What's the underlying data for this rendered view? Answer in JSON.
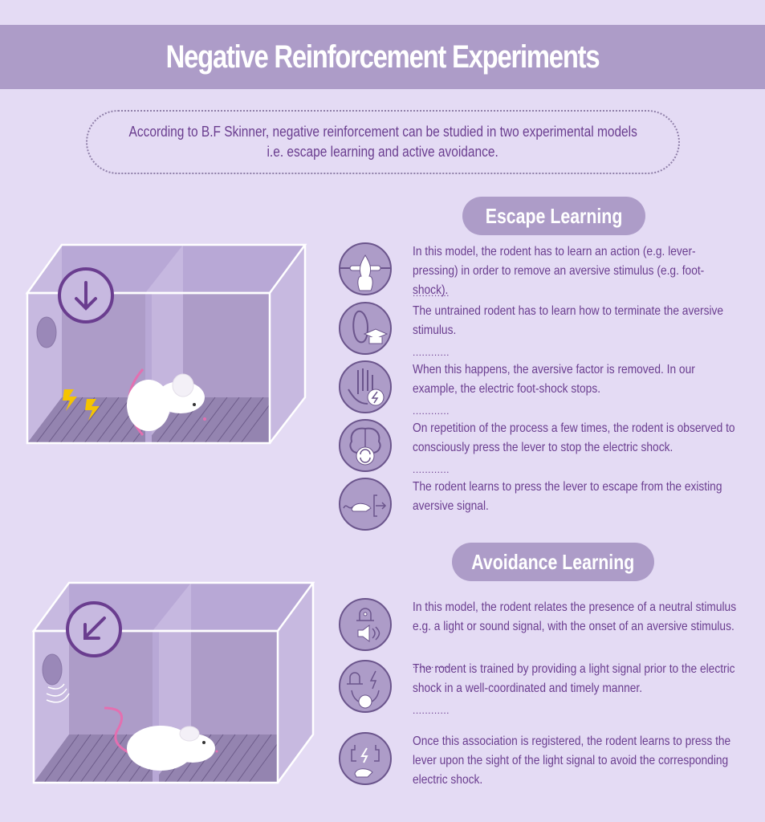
{
  "title": "Negative Reinforcement Experiments",
  "intro": {
    "line1": "According to B.F Skinner, negative reinforcement can be studied in two experimental models",
    "line2": "i.e. escape learning and active avoidance."
  },
  "sections": [
    {
      "heading": "Escape Learning",
      "scene_icon": "arrow-down-icon",
      "items": [
        {
          "icon": "lever-flame-icon",
          "text": "In this model, the rodent has to learn an action (e.g. lever-pressing) in order to remove an aversive stimulus (e.g. foot-shock)."
        },
        {
          "icon": "rodent-graduate-icon",
          "text": "The untrained rodent has to learn how to terminate the aversive stimulus."
        },
        {
          "icon": "hand-shock-icon",
          "text": "When this happens, the aversive factor is removed. In our example, the electric foot-shock stops."
        },
        {
          "icon": "brain-repeat-icon",
          "text": "On repetition of the process a few times, the rodent is observed to consciously press the lever to stop the electric shock."
        },
        {
          "icon": "rodent-exit-icon",
          "text": "The rodent learns to press the lever to escape from the existing aversive signal."
        }
      ]
    },
    {
      "heading": "Avoidance Learning",
      "scene_icon": "arrow-down-left-icon",
      "items": [
        {
          "icon": "alarm-speaker-icon",
          "text": "In this model, the rodent relates the presence of a neutral stimulus e.g. a light or sound signal, with the onset of an aversive stimulus."
        },
        {
          "icon": "alarm-shock-clock-icon",
          "text": "The rodent is trained by providing a light signal prior to the electric shock in a well-coordinated and timely manner."
        },
        {
          "icon": "shock-rodent-cycle-icon",
          "text": "Once this association is registered, the rodent learns to press the lever upon the sight of the light signal to avoid the corresponding electric shock."
        }
      ]
    }
  ],
  "separator": "............",
  "colors": {
    "background": "#e4dbf4",
    "banner": "#ad9cc8",
    "text": "#6a3d8f",
    "shock": "#f5c400",
    "tail": "#e46fb0"
  }
}
